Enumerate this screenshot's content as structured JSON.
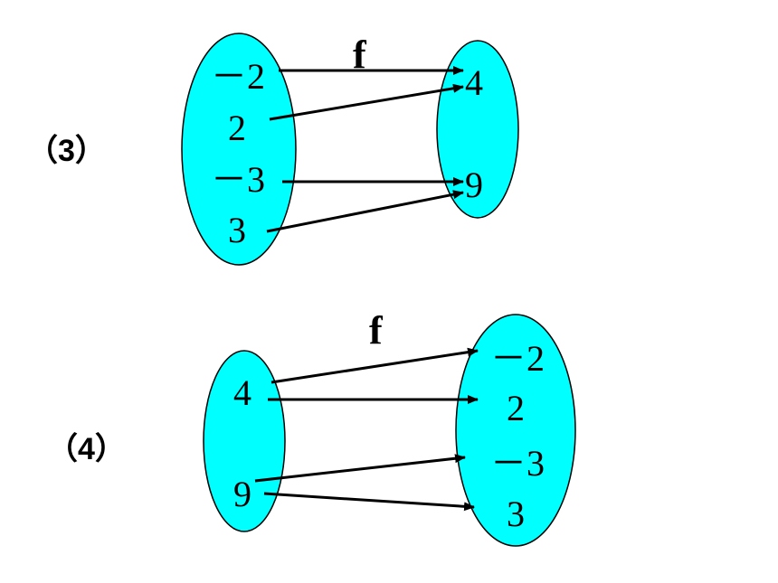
{
  "oval_fill": "#00ffff",
  "diagram3": {
    "label": "（3）",
    "function_name": "f",
    "domain": [
      "－2",
      "2",
      "－3",
      "3"
    ],
    "codomain": [
      "4",
      "9"
    ],
    "mappings": [
      {
        "from": "－2",
        "to": "4"
      },
      {
        "from": "2",
        "to": "4"
      },
      {
        "from": "－3",
        "to": "9"
      },
      {
        "from": "3",
        "to": "9"
      }
    ]
  },
  "diagram4": {
    "label": "（4）",
    "function_name": "f",
    "domain": [
      "4",
      "9"
    ],
    "codomain": [
      "－2",
      "2",
      "－3",
      "3"
    ],
    "mappings": [
      {
        "from": "4",
        "to": "－2"
      },
      {
        "from": "4",
        "to": "2"
      },
      {
        "from": "9",
        "to": "－3"
      },
      {
        "from": "9",
        "to": "3"
      }
    ]
  }
}
